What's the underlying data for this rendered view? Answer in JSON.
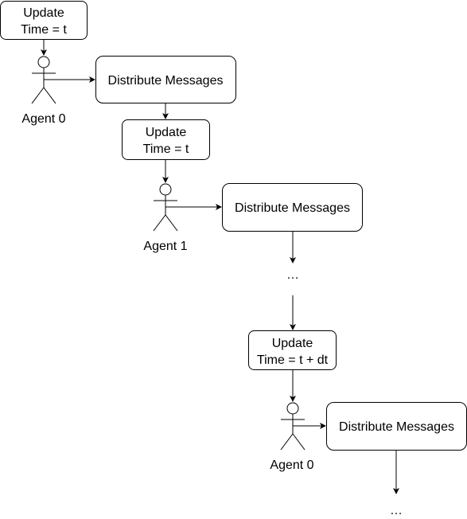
{
  "diagram": {
    "update_1": {
      "line1": "Update",
      "line2": "Time = t"
    },
    "agent_1": {
      "label": "Agent 0"
    },
    "distribute_1": {
      "label": "Distribute Messages"
    },
    "update_2": {
      "line1": "Update",
      "line2": "Time = t"
    },
    "agent_2": {
      "label": "Agent 1"
    },
    "distribute_2": {
      "label": "Distribute Messages"
    },
    "ellipsis_1": {
      "label": "…"
    },
    "update_3": {
      "line1": "Update",
      "line2": "Time = t + dt"
    },
    "agent_3": {
      "label": "Agent 0"
    },
    "distribute_3": {
      "label": "Distribute Messages"
    },
    "ellipsis_2": {
      "label": "…"
    }
  }
}
